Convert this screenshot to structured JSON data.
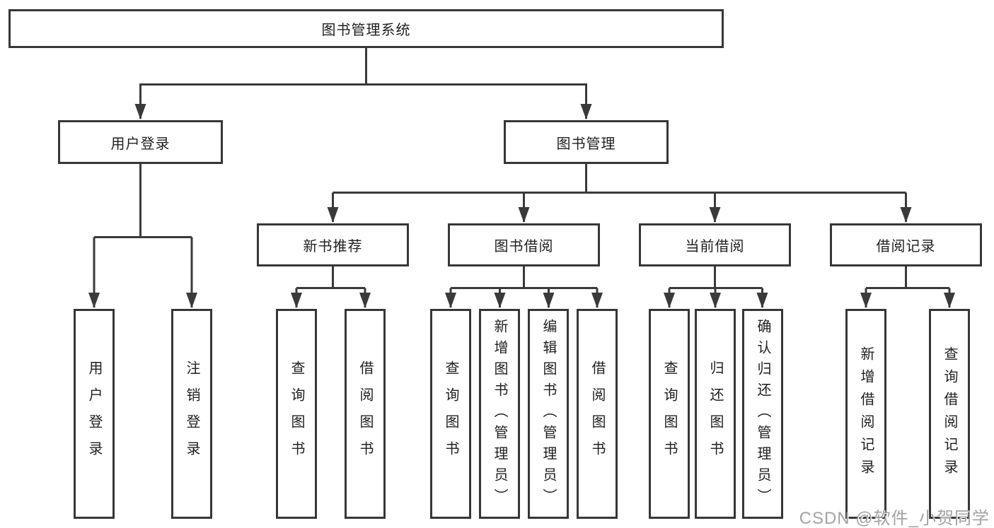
{
  "diagram": {
    "root": {
      "label": "图书管理系统"
    },
    "level2": [
      {
        "label": "用户登录"
      },
      {
        "label": "图书管理"
      }
    ],
    "level3": [
      {
        "label": "新书推荐"
      },
      {
        "label": "图书借阅"
      },
      {
        "label": "当前借阅"
      },
      {
        "label": "借阅记录"
      }
    ],
    "leaves": {
      "login": [
        {
          "label": "用户登录"
        },
        {
          "label": "注销登录"
        }
      ],
      "new_book": [
        {
          "label": "查询图书"
        },
        {
          "label": "借阅图书"
        }
      ],
      "borrow": [
        {
          "label": "查询图书"
        },
        {
          "label": "新增图书（管理员）"
        },
        {
          "label": "编辑图书（管理员）"
        },
        {
          "label": "借阅图书"
        }
      ],
      "current": [
        {
          "label": "查询图书"
        },
        {
          "label": "归还图书"
        },
        {
          "label": "确认归还（管理员）"
        }
      ],
      "records": [
        {
          "label": "新增借阅记录"
        },
        {
          "label": "查询借阅记录"
        }
      ]
    }
  },
  "watermark": {
    "text": "CSDN @软件_小贺同学"
  },
  "colors": {
    "line": "#3a3a3a",
    "box_border": "#373737",
    "text": "#1f1f1f",
    "watermark": "#a3a3a3",
    "background": "#ffffff"
  }
}
